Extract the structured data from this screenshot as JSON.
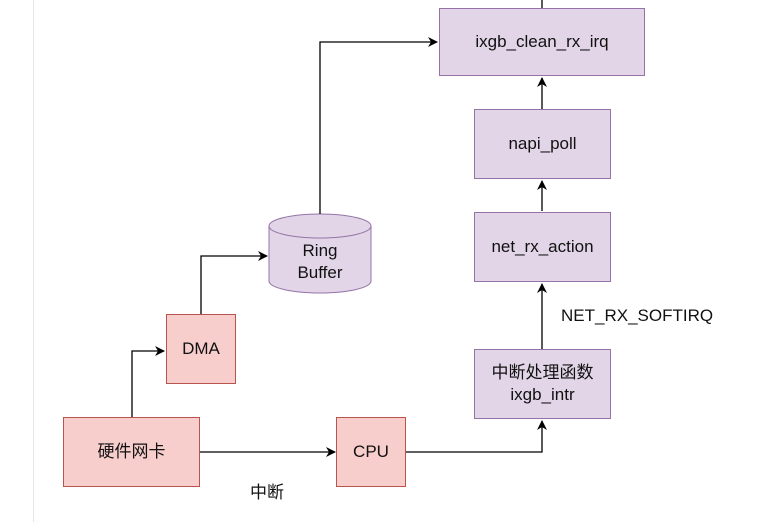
{
  "nodes": {
    "nic": "硬件网卡",
    "dma": "DMA",
    "ring_buffer_line1": "Ring",
    "ring_buffer_line2": "Buffer",
    "cpu": "CPU",
    "irq_handler_line1": "中断处理函数",
    "irq_handler_line2": "ixgb_intr",
    "net_rx_action": "net_rx_action",
    "napi_poll": "napi_poll",
    "ixgb_clean_rx_irq": "ixgb_clean_rx_irq"
  },
  "edge_labels": {
    "interrupt": "中断",
    "softirq": "NET_RX_SOFTIRQ"
  },
  "colors": {
    "purple_fill": "#e1d5e7",
    "purple_stroke": "#9673a6",
    "pink_fill": "#f8cecc",
    "pink_stroke": "#b85450",
    "edge": "#000000"
  }
}
